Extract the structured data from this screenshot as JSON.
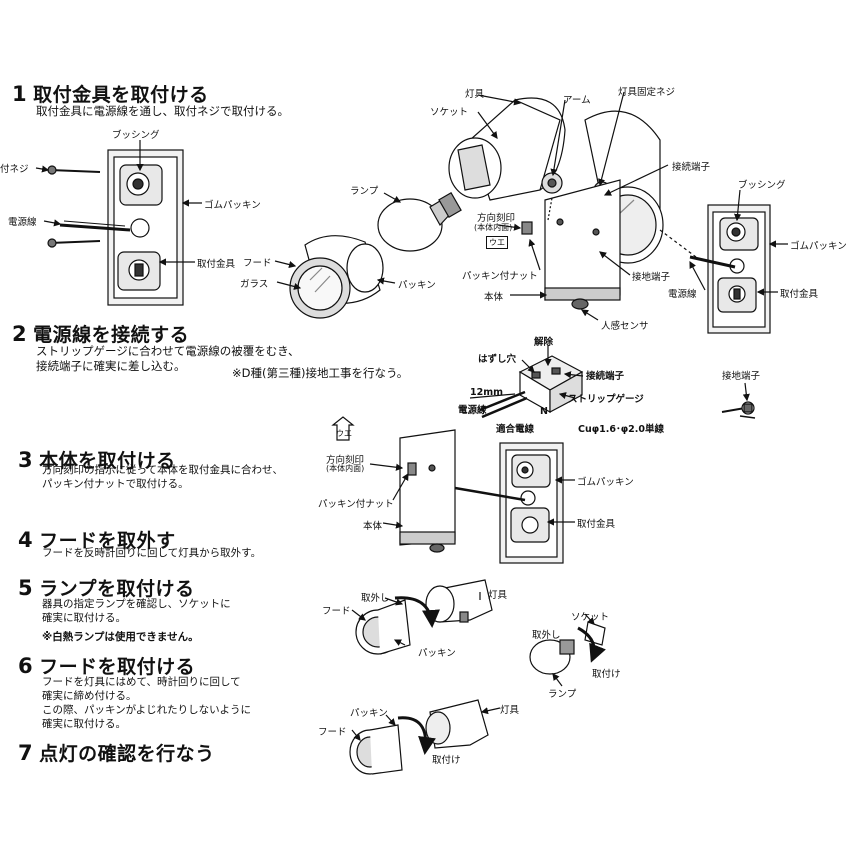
{
  "steps": [
    {
      "num": "1",
      "title": "取付金具を取付ける",
      "lines": [
        "取付金具に電源線を通し、取付ネジで取付ける。"
      ]
    },
    {
      "num": "2",
      "title": "電源線を接続する",
      "lines": [
        "ストリップゲージに合わせて電源線の被覆をむき、",
        "接続端子に確実に差し込む。"
      ],
      "note": "※D種(第三種)接地工事を行なう。"
    },
    {
      "num": "3",
      "title": "本体を取付ける",
      "lines": [
        "方向刻印の指示に従って本体を取付金具に合わせ、",
        "パッキン付ナットで取付ける。"
      ]
    },
    {
      "num": "4",
      "title": "フードを取外す",
      "lines": [
        "フードを反時計回りに回して灯具から取外す。"
      ]
    },
    {
      "num": "5",
      "title": "ランプを取付ける",
      "lines": [
        "器具の指定ランプを確認し、ソケットに",
        "確実に取付ける。"
      ],
      "note": "※白熱ランプは使用できません。"
    },
    {
      "num": "6",
      "title": "フードを取付ける",
      "lines": [
        "フードを灯具にはめて、時計回りに回して",
        "確実に締め付ける。",
        "この際、パッキンがよじれたりしないように",
        "確実に取付ける。"
      ]
    },
    {
      "num": "7",
      "title": "点灯の確認を行なう",
      "lines": []
    }
  ],
  "labels": {
    "screw": "付ネジ",
    "power_line": "電源線",
    "bushing": "ブッシング",
    "rubber": "ゴムパッキン",
    "bracket": "取付金具",
    "lamp": "ランプ",
    "hood": "フード",
    "glass": "ガラス",
    "packing": "パッキン",
    "fixture": "灯具",
    "socket": "ソケット",
    "arm": "アーム",
    "fix_screw": "灯具固定ネジ",
    "terminal": "接続端子",
    "dir_mark": "方向刻印",
    "dir_mark_sub": "(本体内面)",
    "up": "ウエ",
    "nut": "パッキン付ナット",
    "body": "本体",
    "ground_terminal": "接地端子",
    "sensor": "人感センサ",
    "bushing2": "ブッシング",
    "rubber2": "ゴムパッキン",
    "power2": "電源線",
    "bracket2": "取付金具",
    "release": "解除",
    "hole": "はずし穴",
    "terminal2": "接続端子",
    "strip": "ストリップゲージ",
    "len": "12mm",
    "power3": "電源線",
    "n": "N",
    "wire": "適合電線",
    "wire_spec": "Cuφ1.6･φ2.0単線",
    "ground2": "接地端子",
    "dir_mark3": "方向刻印",
    "dir_mark3_sub": "(本体内面)",
    "up3": "ウエ",
    "nut3": "パッキン付ナット",
    "body3": "本体",
    "rubber3": "ゴムパッキン",
    "bracket3": "取付金具",
    "remove": "取外し",
    "fixture5": "灯具",
    "hood5": "フード",
    "packing5": "パッキン",
    "remove2": "取外し",
    "socket5": "ソケット",
    "attach5": "取付け",
    "lamp5": "ランプ",
    "packing6": "パッキン",
    "fixture6": "灯具",
    "hood6": "フード",
    "attach6": "取付け"
  }
}
